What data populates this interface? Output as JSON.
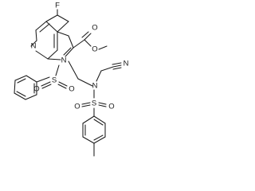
{
  "atoms": {
    "fluorine": "F",
    "pyridine_n": "N",
    "pyrrole_n": "N",
    "sulfonyl1_s": "S",
    "sulfonyl1_o_left": "O",
    "sulfonyl1_o_right": "O",
    "ester_o_carbonyl": "O",
    "ester_o_methoxy": "O",
    "amine_n": "N",
    "nitrile_n": "N",
    "sulfonyl2_s": "S",
    "sulfonyl2_o_left": "O",
    "sulfonyl2_o_right": "O"
  }
}
